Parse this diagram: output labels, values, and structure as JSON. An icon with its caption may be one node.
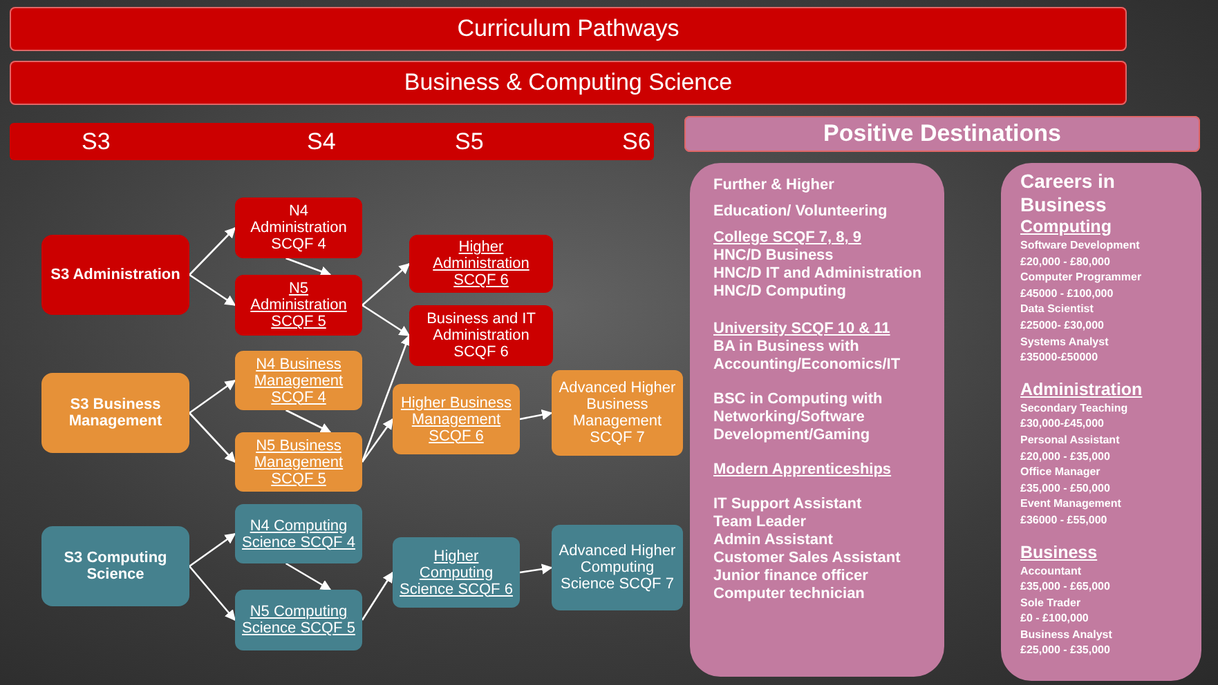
{
  "diagram": {
    "nodes": [
      {
        "text": [
          "Curriculum Pathways"
        ]
      },
      {
        "text": [
          "Business & Computing Science"
        ]
      },
      {
        "text": [
          "S3",
          "S4",
          "S5",
          "S6"
        ]
      },
      {
        "text": [
          "Positive Destinations"
        ]
      },
      {
        "text": [
          "S3 Administration"
        ]
      },
      {
        "text": [
          "N4 Administration SCQF 4"
        ]
      },
      {
        "text": [
          "N5 Administration SCQF 5"
        ]
      },
      {
        "text": [
          "Higher Administration SCQF 6"
        ]
      },
      {
        "text": [
          "Business and IT Administration SCQF 6"
        ]
      },
      {
        "text": [
          "S3 Business Management"
        ]
      },
      {
        "text": [
          "N4 Business Management SCQF 4"
        ]
      },
      {
        "text": [
          "N5 Business Management SCQF 5"
        ]
      },
      {
        "text": [
          "Higher Business Management SCQF 6"
        ]
      },
      {
        "text": [
          "Advanced Higher Business Management SCQF 7"
        ]
      },
      {
        "text": [
          "S3 Computing Science"
        ]
      },
      {
        "text": [
          "N4 Computing Science SCQF 4"
        ]
      },
      {
        "text": [
          "N5 Computing Science SCQF 5"
        ]
      },
      {
        "text": [
          "Higher Computing Science SCQF 6"
        ]
      },
      {
        "text": [
          "Advanced Higher Computing Science SCQF 7"
        ]
      },
      {
        "text": [
          "Further & Higher",
          "Education/ Volunteering",
          "College SCQF 7, 8, 9",
          "HNC/D Business",
          "HNC/D IT and Administration",
          "HNC/D Computing",
          "University SCQF 10 & 11",
          "BA in Business with Accounting/Economics/IT",
          "BSC in  Computing with Networking/Software Development/Gaming",
          "Modern Apprenticeships",
          "IT Support Assistant",
          "Team Leader",
          "Admin Assistant",
          "Customer Sales Assistant",
          "Junior finance officer",
          "Computer technician"
        ]
      },
      {
        "text": [
          "Careers in Business",
          "Computing",
          "Software Development",
          "£20,000 - £80,000",
          "Computer Programmer",
          "£45000 - £100,000",
          "Data Scientist",
          "£25000- £30,000",
          "Systems Analyst",
          "£35000-£50000",
          "Administration",
          "Secondary Teaching",
          "£30,000-£45,000",
          "Personal Assistant",
          "£20,000 - £35,000",
          "Office Manager",
          "£35,000 - £50,000",
          "Event Management",
          "£36000 - £55,000",
          "Business",
          "Accountant",
          "£35,000 - £65,000",
          "Sole Trader",
          "£0 - £100,000",
          "Business Analyst",
          "£25,000 - £35,000"
        ]
      }
    ],
    "edges": [
      {
        "from": 4,
        "to": 5,
        "arrow": "to"
      },
      {
        "from": 4,
        "to": 6,
        "arrow": "to"
      },
      {
        "from": 5,
        "to": 6,
        "arrow": "to"
      },
      {
        "from": 6,
        "to": 7,
        "arrow": "to"
      },
      {
        "from": 6,
        "to": 8,
        "arrow": "to"
      },
      {
        "from": 9,
        "to": 10,
        "arrow": "to"
      },
      {
        "from": 9,
        "to": 11,
        "arrow": "to"
      },
      {
        "from": 10,
        "to": 11,
        "arrow": "to"
      },
      {
        "from": 11,
        "to": 8,
        "arrow": "to"
      },
      {
        "from": 11,
        "to": 12,
        "arrow": "to"
      },
      {
        "from": 12,
        "to": 13,
        "arrow": "to"
      },
      {
        "from": 14,
        "to": 15,
        "arrow": "to"
      },
      {
        "from": 14,
        "to": 16,
        "arrow": "to"
      },
      {
        "from": 15,
        "to": 16,
        "arrow": "to"
      },
      {
        "from": 16,
        "to": 17,
        "arrow": "to"
      },
      {
        "from": 17,
        "to": 18,
        "arrow": "to"
      }
    ]
  }
}
